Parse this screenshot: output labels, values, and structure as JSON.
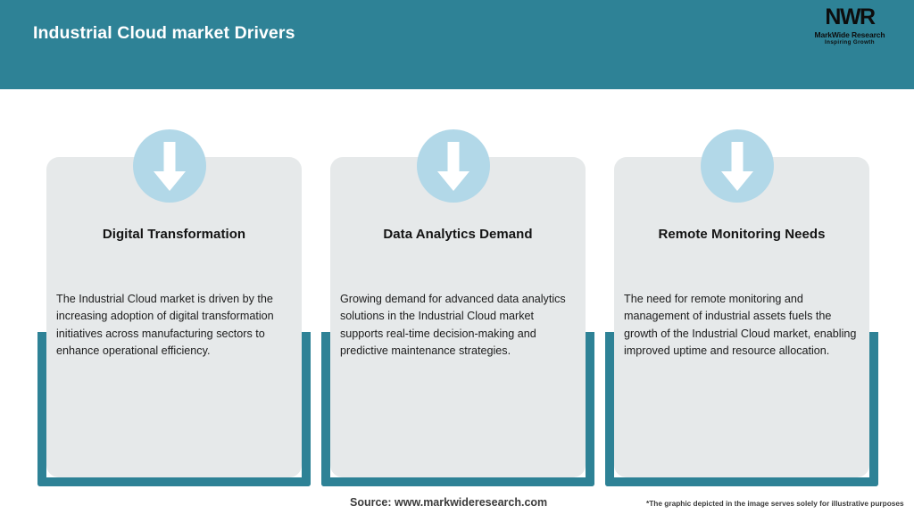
{
  "header": {
    "title": "Industrial Cloud market Drivers",
    "bar_color": "#2e8296",
    "title_color": "#ffffff"
  },
  "logo": {
    "mark": "NWR",
    "name": "MarkWide Research",
    "tagline": "Inspiring Growth"
  },
  "cards": [
    {
      "icon": "arrow-down-icon",
      "title": "Digital Transformation",
      "body": "The Industrial Cloud market is driven by the increasing adoption of digital transformation initiatives across manufacturing sectors to enhance operational efficiency."
    },
    {
      "icon": "arrow-down-icon",
      "title": "Data Analytics Demand",
      "body": "Growing demand for advanced data analytics solutions in the Industrial Cloud market supports real-time decision-making and predictive maintenance strategies."
    },
    {
      "icon": "arrow-down-icon",
      "title": "Remote Monitoring Needs",
      "body": "The need for remote monitoring and management of industrial assets fuels the growth of the Industrial Cloud market, enabling improved uptime and resource allocation."
    }
  ],
  "footer": {
    "source": "Source: www.markwideresearch.com",
    "note": "*The graphic depicted in the image serves solely for illustrative purposes"
  },
  "colors": {
    "accent_teal": "#2e8296",
    "card_gray": "#e6e9ea",
    "badge_blue": "#b2d8e8",
    "page_background": "#ffffff"
  }
}
